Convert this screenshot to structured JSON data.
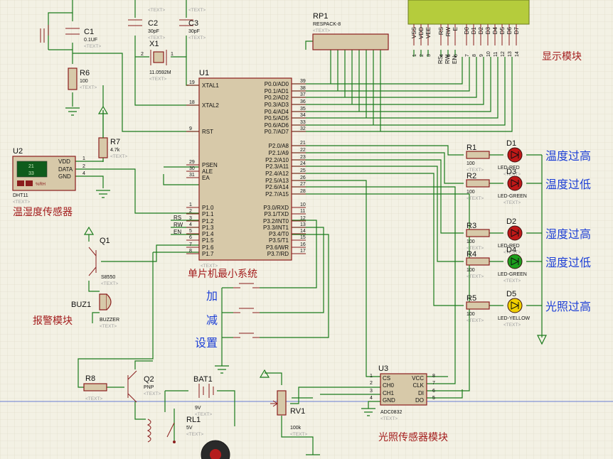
{
  "modules": {
    "lcd": "显示模块",
    "dht": "温湿度传感器",
    "mcu": "单片机最小系统",
    "alarm": "报警模块",
    "light": "光照传感器模块"
  },
  "indicators": [
    {
      "text": "温度过高",
      "led_color": "#c01818"
    },
    {
      "text": "温度过低",
      "led_color": "#c01818"
    },
    {
      "text": "湿度过高",
      "led_color": "#c01818"
    },
    {
      "text": "湿度过低",
      "led_color": "#1da01d"
    },
    {
      "text": "光照过高",
      "led_color": "#f0d000"
    }
  ],
  "buttons": {
    "add": "加",
    "sub": "减",
    "set": "设置"
  },
  "placeholder": "<TEXT>",
  "parts": {
    "c1": {
      "ref": "C1",
      "value": "0.1UF"
    },
    "c2": {
      "ref": "C2",
      "value": "30pF"
    },
    "c3": {
      "ref": "C3",
      "value": "30pF"
    },
    "x1": {
      "ref": "X1",
      "value": "11.0592M"
    },
    "r6": {
      "ref": "R6",
      "value": "100"
    },
    "r7": {
      "ref": "R7",
      "value": "4.7k"
    },
    "r8": {
      "ref": "R8"
    },
    "rp1": {
      "ref": "RP1",
      "value": "RESPACK-8"
    },
    "u1": {
      "ref": "U1"
    },
    "u2": {
      "ref": "U2",
      "value": "DHT11",
      "readout_t": "21",
      "readout_h": "33",
      "unit": "%RH"
    },
    "u3": {
      "ref": "U3",
      "value": "ADC0832"
    },
    "q1": {
      "ref": "Q1",
      "value": "S8550"
    },
    "q2": {
      "ref": "Q2",
      "value": "PNP"
    },
    "buz1": {
      "ref": "BUZ1",
      "value": "BUZZER"
    },
    "bat1": {
      "ref": "BAT1",
      "value": "9V"
    },
    "rl1": {
      "ref": "RL1",
      "value": "5V"
    },
    "rv1": {
      "ref": "RV1",
      "value": "100k"
    },
    "r1": {
      "ref": "R1",
      "value": "100"
    },
    "r2": {
      "ref": "R2",
      "value": "100"
    },
    "r3": {
      "ref": "R3",
      "value": "100"
    },
    "r4": {
      "ref": "R4",
      "value": "100"
    },
    "r5": {
      "ref": "R5",
      "value": "100"
    },
    "d1": {
      "ref": "D1",
      "value": "LED-RED"
    },
    "d2": {
      "ref": "D2",
      "value": "LED-RED"
    },
    "d3": {
      "ref": "D3",
      "value": "LED-GREEN"
    },
    "d4": {
      "ref": "D4",
      "value": "LED-GREEN"
    },
    "d5": {
      "ref": "D5",
      "value": "LED-YELLOW"
    }
  },
  "u1_pins_left": [
    {
      "num": "19",
      "name": "XTAL1"
    },
    {
      "num": "18",
      "name": "XTAL2"
    },
    {
      "num": "9",
      "name": "RST"
    },
    {
      "num": "29",
      "name": "PSEN"
    },
    {
      "num": "30",
      "name": "ALE"
    },
    {
      "num": "31",
      "name": "EA"
    },
    {
      "num": "1",
      "name": "P1.0"
    },
    {
      "num": "2",
      "name": "P1.1"
    },
    {
      "num": "3",
      "name": "P1.2"
    },
    {
      "num": "4",
      "name": "P1.3"
    },
    {
      "num": "5",
      "name": "P1.4"
    },
    {
      "num": "6",
      "name": "P1.5"
    },
    {
      "num": "7",
      "name": "P1.6"
    },
    {
      "num": "8",
      "name": "P1.7"
    }
  ],
  "u1_pins_right": [
    {
      "num": "39",
      "name": "P0.0/AD0"
    },
    {
      "num": "38",
      "name": "P0.1/AD1"
    },
    {
      "num": "37",
      "name": "P0.2/AD2"
    },
    {
      "num": "36",
      "name": "P0.3/AD3"
    },
    {
      "num": "35",
      "name": "P0.4/AD4"
    },
    {
      "num": "34",
      "name": "P0.5/AD5"
    },
    {
      "num": "33",
      "name": "P0.6/AD6"
    },
    {
      "num": "32",
      "name": "P0.7/AD7"
    },
    {
      "num": "21",
      "name": "P2.0/A8"
    },
    {
      "num": "22",
      "name": "P2.1/A9"
    },
    {
      "num": "23",
      "name": "P2.2/A10"
    },
    {
      "num": "24",
      "name": "P2.3/A11"
    },
    {
      "num": "25",
      "name": "P2.4/A12"
    },
    {
      "num": "26",
      "name": "P2.5/A13"
    },
    {
      "num": "27",
      "name": "P2.6/A14"
    },
    {
      "num": "28",
      "name": "P2.7/A15"
    },
    {
      "num": "10",
      "name": "P3.0/RXD"
    },
    {
      "num": "11",
      "name": "P3.1/TXD"
    },
    {
      "num": "12",
      "name": "P3.2/INT0"
    },
    {
      "num": "13",
      "name": "P3.3/INT1"
    },
    {
      "num": "14",
      "name": "P3.4/T0"
    },
    {
      "num": "15",
      "name": "P3.5/T1"
    },
    {
      "num": "16",
      "name": "P3.6/WR"
    },
    {
      "num": "17",
      "name": "P3.7/RD"
    }
  ],
  "net_labels": [
    "RS",
    "RW",
    "EN"
  ],
  "lcd_pins": [
    {
      "num": "1",
      "name": "VSS"
    },
    {
      "num": "2",
      "name": "VDD"
    },
    {
      "num": "3",
      "name": "VEE"
    },
    {
      "num": "4",
      "name": "RS"
    },
    {
      "num": "5",
      "name": "RW"
    },
    {
      "num": "6",
      "name": "E"
    },
    {
      "num": "7",
      "name": "D0"
    },
    {
      "num": "8",
      "name": "D1"
    },
    {
      "num": "9",
      "name": "D2"
    },
    {
      "num": "10",
      "name": "D3"
    },
    {
      "num": "11",
      "name": "D4"
    },
    {
      "num": "12",
      "name": "D5"
    },
    {
      "num": "13",
      "name": "D6"
    },
    {
      "num": "14",
      "name": "D7"
    }
  ],
  "lcd_net_labels": [
    "RS",
    "RW",
    "EN"
  ],
  "dht_pins": [
    {
      "num": "1",
      "name": "VDD"
    },
    {
      "num": "2",
      "name": "DATA"
    },
    {
      "num": "4",
      "name": "GND"
    }
  ],
  "adc_pins_left": [
    {
      "num": "1",
      "name": "CS"
    },
    {
      "num": "2",
      "name": "CH0"
    },
    {
      "num": "3",
      "name": "CH1"
    },
    {
      "num": "4",
      "name": "GND"
    }
  ],
  "adc_pins_right": [
    {
      "num": "8",
      "name": "VCC"
    },
    {
      "num": "7",
      "name": "CLK"
    },
    {
      "num": "6",
      "name": "DI"
    },
    {
      "num": "5",
      "name": "DO"
    }
  ],
  "colors": {
    "background": "#f3f1e4",
    "wire": "#1a7a1a",
    "component": "#8a1d1d",
    "module_label": "#a31c1c",
    "status_label": "#1d3fd6",
    "lcd_screen": "#b5cc3c"
  }
}
